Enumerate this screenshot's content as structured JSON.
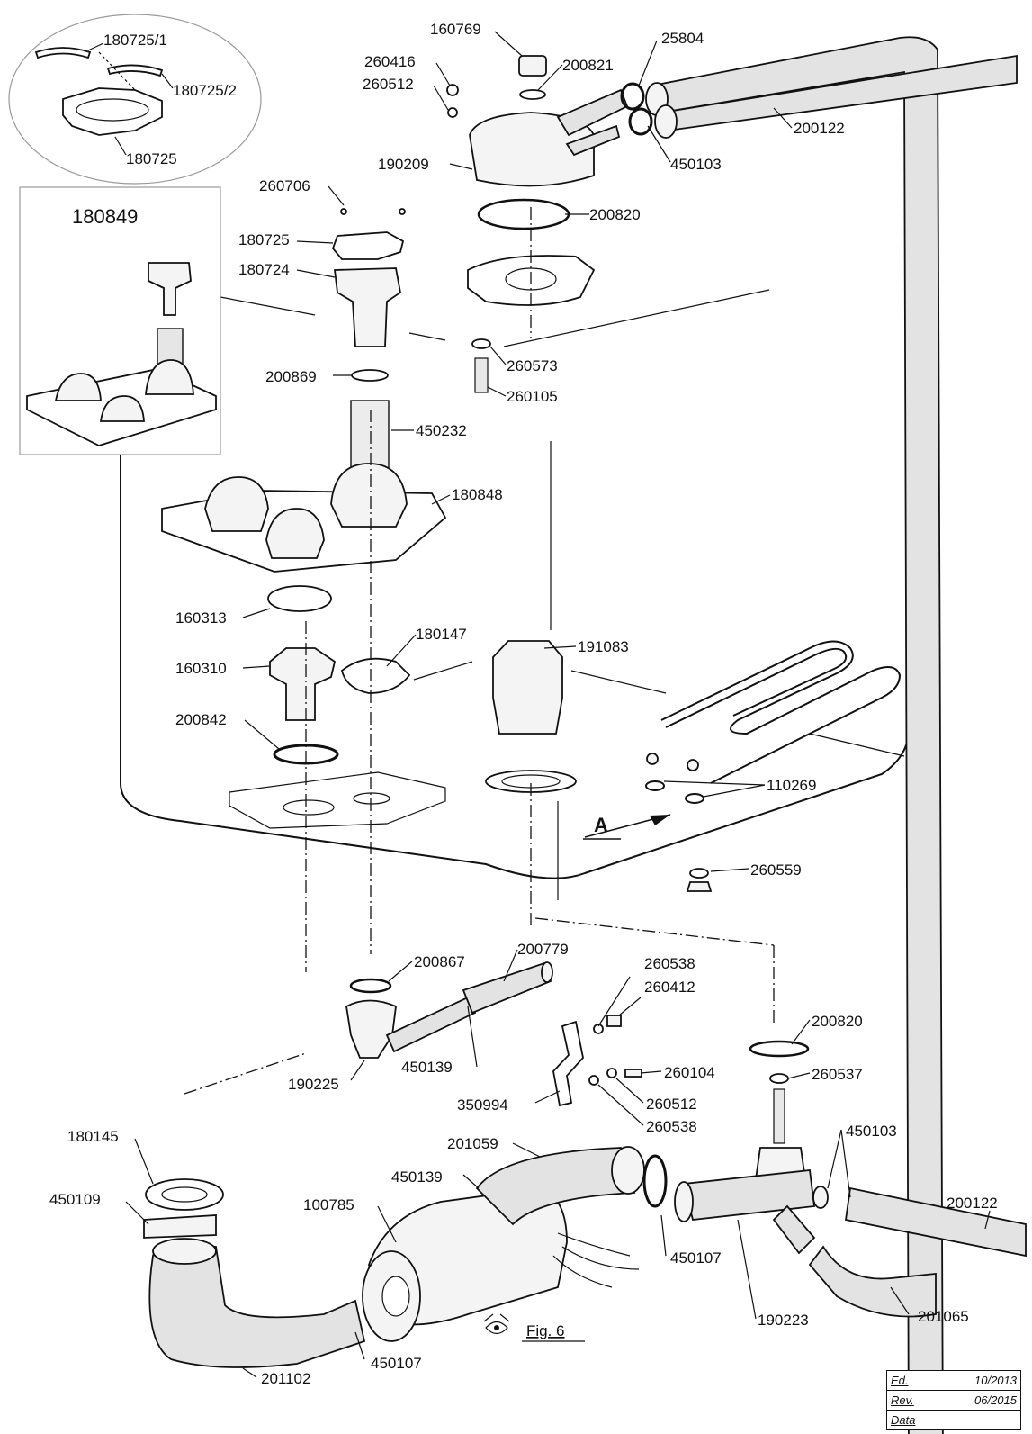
{
  "labels": {
    "p180725_1": "180725/1",
    "p180725_2": "180725/2",
    "p180725_a": "180725",
    "p180849": "180849",
    "p260706": "260706",
    "p180725_b": "180725",
    "p180724": "180724",
    "p200869": "200869",
    "p450232": "450232",
    "p180848": "180848",
    "p160313": "160313",
    "p160310": "160310",
    "p180147": "180147",
    "p200842": "200842",
    "p191083": "191083",
    "p160769": "160769",
    "p260416": "260416",
    "p260512_a": "260512",
    "p200821": "200821",
    "p25804": "25804",
    "p190209": "190209",
    "p450103_a": "450103",
    "p200122_a": "200122",
    "p200820_a": "200820",
    "p260573": "260573",
    "p260105": "260105",
    "p110269": "110269",
    "p260559": "260559",
    "arrowA": "A",
    "p200867": "200867",
    "p200779": "200779",
    "p260538_a": "260538",
    "p260412": "260412",
    "p190225": "190225",
    "p450139_a": "450139",
    "p350994": "350994",
    "p260104": "260104",
    "p260512_b": "260512",
    "p260538_b": "260538",
    "p200820_b": "200820",
    "p260537": "260537",
    "p450103_b": "450103",
    "p201059": "201059",
    "p450139_b": "450139",
    "p180145": "180145",
    "p450109": "450109",
    "p100785": "100785",
    "p450107_a": "450107",
    "p450107_b": "450107",
    "p200122_b": "200122",
    "p190223": "190223",
    "p201065": "201065",
    "p201102": "201102",
    "fig": "Fig. 6"
  },
  "edition": {
    "ed_label": "Ed.",
    "ed_value": "10/2013",
    "rev_label": "Rev.",
    "rev_value": "06/2015",
    "data_label": "Data"
  }
}
